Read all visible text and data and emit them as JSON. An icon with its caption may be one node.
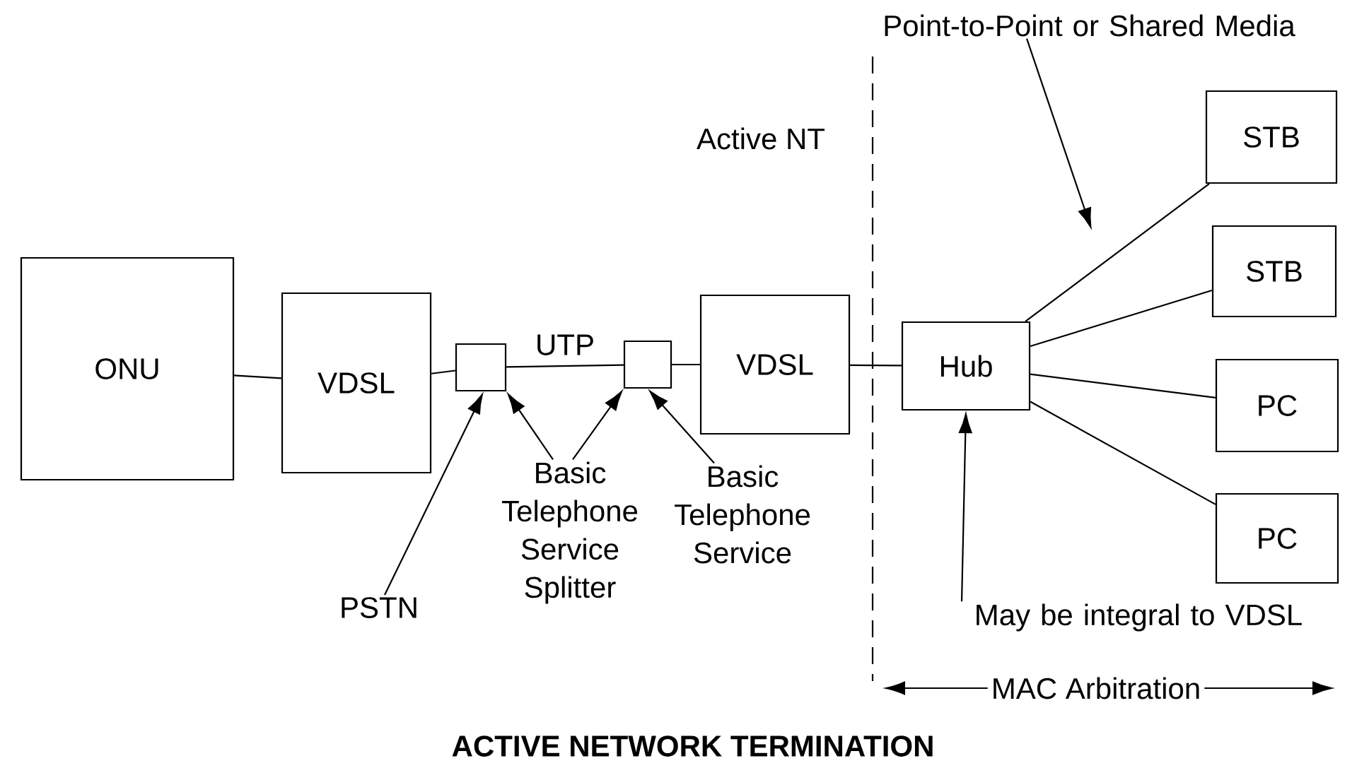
{
  "diagram": {
    "caption": "ACTIVE NETWORK TERMINATION",
    "nodes": [
      {
        "text": [
          "ONU"
        ]
      },
      {
        "text": [
          "VDSL"
        ]
      },
      {
        "text": [],
        "shape": "box"
      },
      {
        "text": [],
        "shape": "box"
      },
      {
        "text": [
          "VDSL"
        ]
      },
      {
        "text": [
          "Hub"
        ]
      },
      {
        "text": [
          "STB"
        ]
      },
      {
        "text": [
          "STB"
        ]
      },
      {
        "text": [
          "PC"
        ]
      },
      {
        "text": [
          "PC"
        ]
      },
      {
        "text": [
          "PSTN"
        ]
      },
      {
        "text": [
          "Basic Telephone Service Splitter"
        ]
      },
      {
        "text": [
          "Basic Telephone Service"
        ]
      },
      {
        "text": [
          "May be integral to VDSL"
        ]
      },
      {
        "text": [
          "Point-to-Point or Shared Media"
        ]
      }
    ],
    "edges": [
      {
        "from": 0,
        "to": 1,
        "arrow": "none"
      },
      {
        "from": 1,
        "to": 2,
        "arrow": "none"
      },
      {
        "from": 2,
        "to": 3,
        "arrow": "none",
        "label": "UTP"
      },
      {
        "from": 3,
        "to": 4,
        "arrow": "none"
      },
      {
        "from": 4,
        "to": 5,
        "arrow": "none"
      },
      {
        "from": 5,
        "to": 6,
        "arrow": "none"
      },
      {
        "from": 5,
        "to": 7,
        "arrow": "none"
      },
      {
        "from": 5,
        "to": 8,
        "arrow": "none"
      },
      {
        "from": 5,
        "to": 9,
        "arrow": "none"
      },
      {
        "from": 10,
        "to": 2,
        "arrow": "to"
      },
      {
        "from": 11,
        "to": 2,
        "arrow": "to"
      },
      {
        "from": 11,
        "to": 3,
        "arrow": "to"
      },
      {
        "from": 12,
        "to": 3,
        "arrow": "to"
      },
      {
        "from": 13,
        "to": 5,
        "arrow": "to"
      },
      {
        "from": 14,
        "to": null,
        "arrow": "to"
      }
    ],
    "labels": [
      "Active NT",
      "MAC Arbitration"
    ]
  }
}
